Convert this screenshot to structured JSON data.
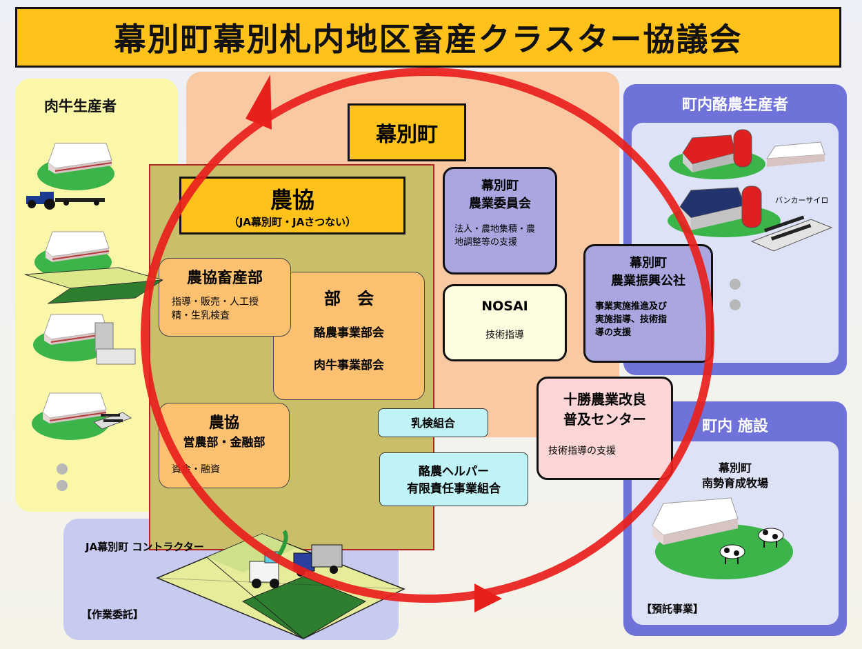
{
  "title": "幕別町幕別札内地区畜産クラスター協議会",
  "beef": {
    "header": "肉牛生産者"
  },
  "town": {
    "header": "幕別町"
  },
  "dairy": {
    "header": "町内酪農生産者",
    "silo_label": "バンカーサイロ"
  },
  "facilities": {
    "header": "町内 施設",
    "name_line1": "幕別町",
    "name_line2": "南勢育成牧場",
    "note": "【預託事業】"
  },
  "contractor": {
    "label": "JA幕別町 コントラクター",
    "note": "【作業委託】"
  },
  "ja": {
    "title": "農協",
    "subtitle": "（JA幕別町・JAさつない）"
  },
  "ja_livestock": {
    "title": "農協畜産部",
    "desc_line1": "指導・販売・人工授",
    "desc_line2": "精・生乳検査"
  },
  "bukai": {
    "title": "部　会",
    "item1": "酪農事業部会",
    "item2": "肉牛事業部会"
  },
  "ja_finance": {
    "title": "農協",
    "subtitle": "営農部・金融部",
    "desc": "資金・融資"
  },
  "ag_committee": {
    "line1": "幕別町",
    "line2": "農業委員会",
    "desc_line1": "法人・農地集積・農",
    "desc_line2": "地調整等の支援"
  },
  "nosai": {
    "title": "NOSAI",
    "desc": "技術指導"
  },
  "promotion": {
    "line1": "幕別町",
    "line2": "農業振興公社",
    "desc_line1": "事業実施推進及び",
    "desc_line2": "実施指導、技術指",
    "desc_line3": "導の支援"
  },
  "tokachi": {
    "line1": "十勝農業改良",
    "line2": "普及センター",
    "desc": "技術指導の支援"
  },
  "milk_test": {
    "label": "乳検組合"
  },
  "helper": {
    "line1": "酪農ヘルパー",
    "line2": "有限責任事業組合"
  },
  "colors": {
    "title_bg": "#ffc21a",
    "cycle_red": "#e8201c",
    "panel_blue": "#6f72d8"
  }
}
